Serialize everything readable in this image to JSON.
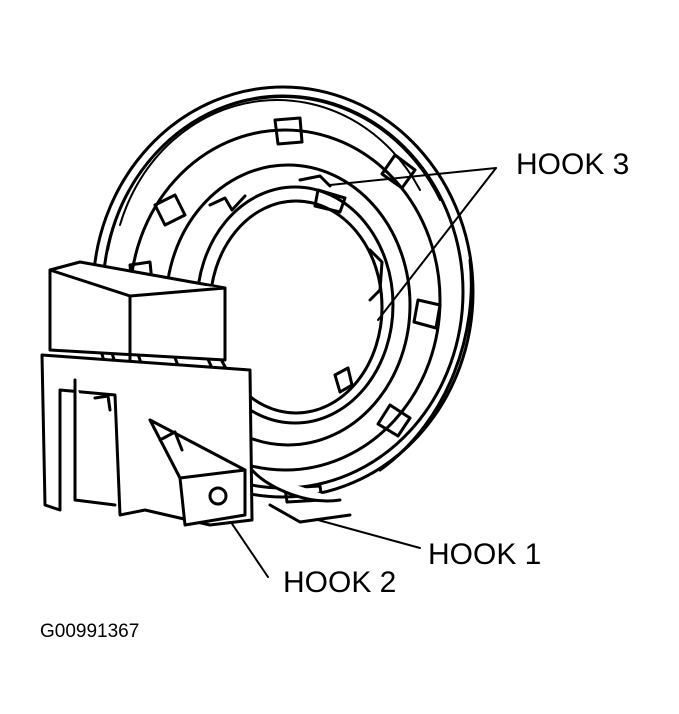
{
  "labels": {
    "hook3": "HOOK 3",
    "hook1": "HOOK 1",
    "hook2": "HOOK 2"
  },
  "figure_id": "G00991367",
  "colors": {
    "ink": "#000000",
    "paper": "#ffffff"
  }
}
